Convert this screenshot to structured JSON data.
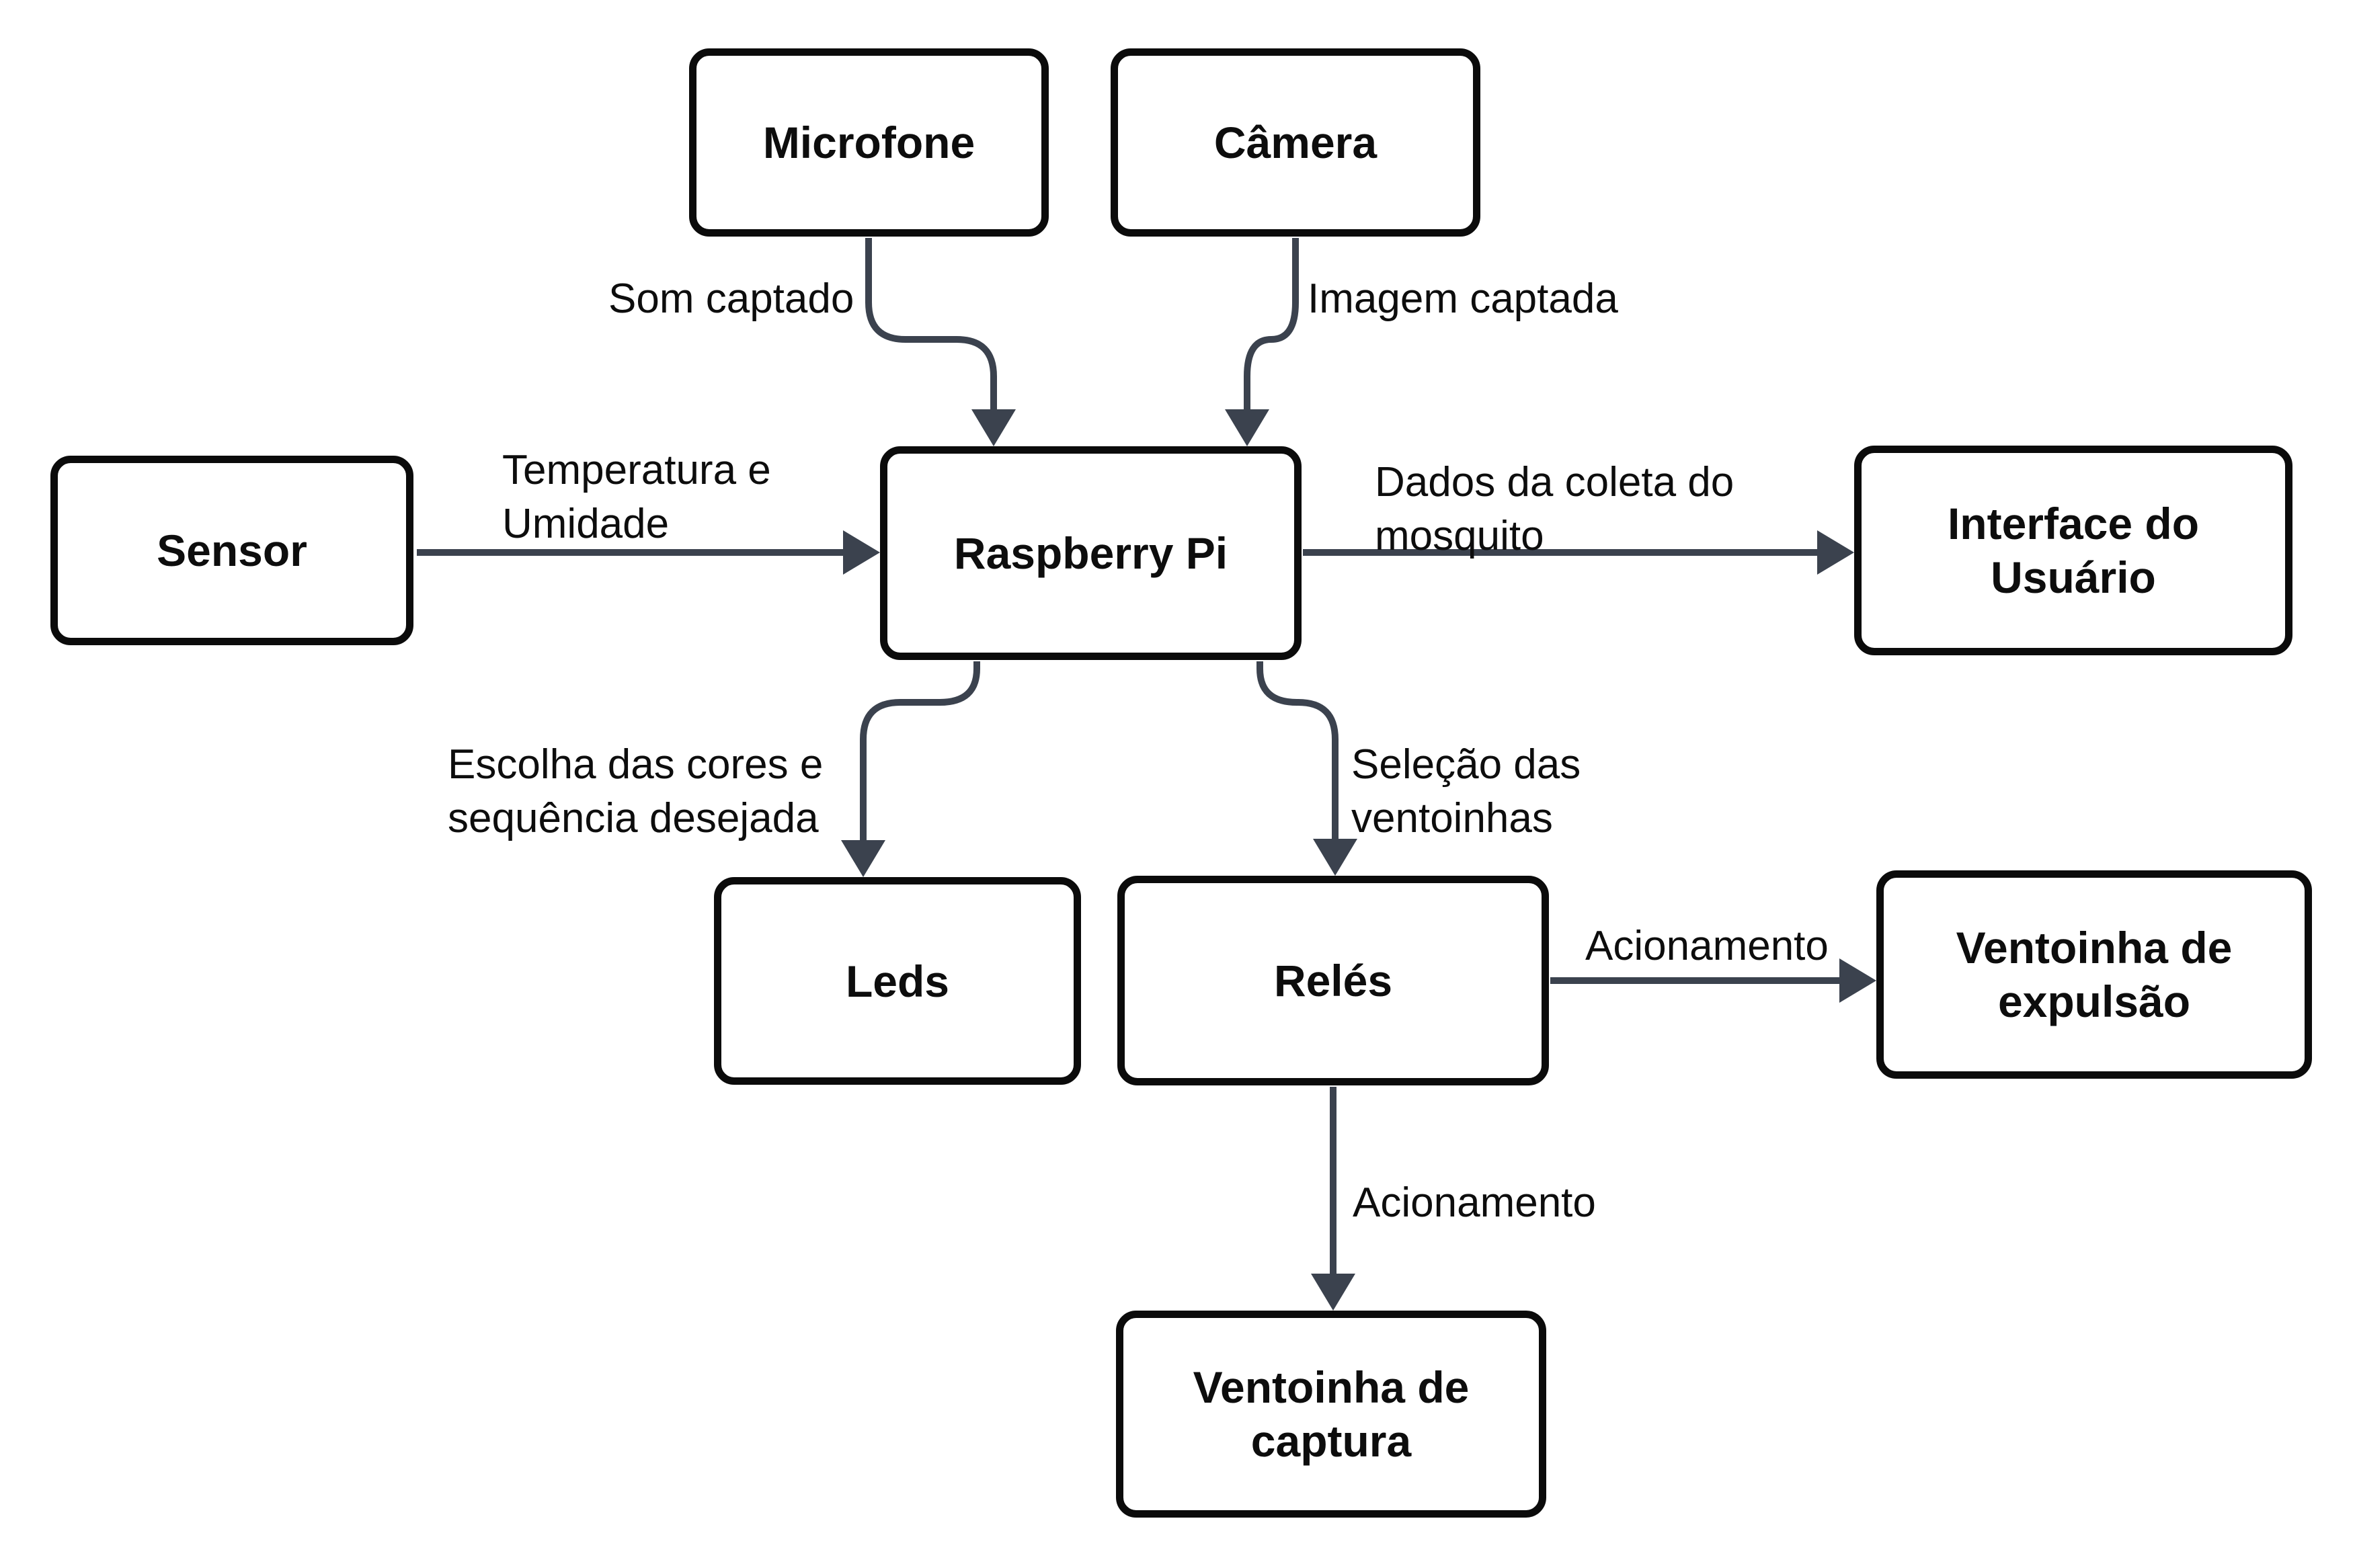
{
  "diagram": {
    "colors": {
      "background": "#ffffff",
      "box_border": "#0b0b0b",
      "box_fill": "#ffffff",
      "connector": "#3b424e",
      "text": "#0d0d0d"
    },
    "nodes": {
      "microfone": {
        "label": "Microfone"
      },
      "camera": {
        "label": "Câmera"
      },
      "sensor": {
        "label": "Sensor"
      },
      "raspberry": {
        "label": "Raspberry Pi"
      },
      "interface": {
        "label": "Interface do Usuário"
      },
      "leds": {
        "label": "Leds"
      },
      "reles": {
        "label": "Relés"
      },
      "expulsao": {
        "label": "Ventoinha de expulsão"
      },
      "captura": {
        "label": "Ventoinha de captura"
      }
    },
    "edges": [
      {
        "id": "microfone-raspberry",
        "from": "Microfone",
        "to": "Raspberry Pi",
        "label": "Som captado"
      },
      {
        "id": "camera-raspberry",
        "from": "Câmera",
        "to": "Raspberry Pi",
        "label": "Imagem captada"
      },
      {
        "id": "sensor-raspberry",
        "from": "Sensor",
        "to": "Raspberry Pi",
        "label": "Temperatura e Umidade",
        "label_lines": [
          "Temperatura e",
          "Umidade"
        ]
      },
      {
        "id": "raspberry-interface",
        "from": "Raspberry Pi",
        "to": "Interface do Usuário",
        "label": "Dados da coleta do mosquito",
        "label_lines": [
          "Dados da coleta do",
          "mosquito"
        ]
      },
      {
        "id": "raspberry-leds",
        "from": "Raspberry Pi",
        "to": "Leds",
        "label": "Escolha das cores e sequência desejada",
        "label_lines": [
          "Escolha das cores e",
          "sequência desejada"
        ]
      },
      {
        "id": "raspberry-reles",
        "from": "Raspberry Pi",
        "to": "Relés",
        "label": "Seleção das ventoinhas",
        "label_lines": [
          "Seleção das",
          "ventoinhas"
        ]
      },
      {
        "id": "reles-expulsao",
        "from": "Relés",
        "to": "Ventoinha de expulsão",
        "label": "Acionamento"
      },
      {
        "id": "reles-captura",
        "from": "Relés",
        "to": "Ventoinha de captura",
        "label": "Acionamento"
      }
    ]
  }
}
